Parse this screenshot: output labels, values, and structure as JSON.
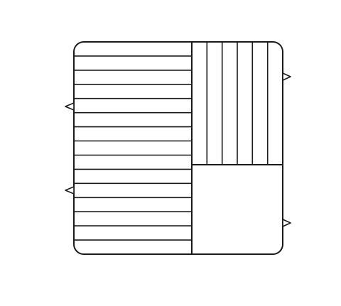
{
  "diagram": {
    "stroke_color": "#1a1a1a",
    "fill_color": "#ffffff",
    "background_color": "#ffffff",
    "left_section": {
      "divider_lines": 14
    },
    "top_right_section": {
      "divider_lines": 5
    },
    "bottom_right_section": {
      "divider_lines": 0
    },
    "left_side_tabs": 2,
    "right_side_tabs": 2
  }
}
